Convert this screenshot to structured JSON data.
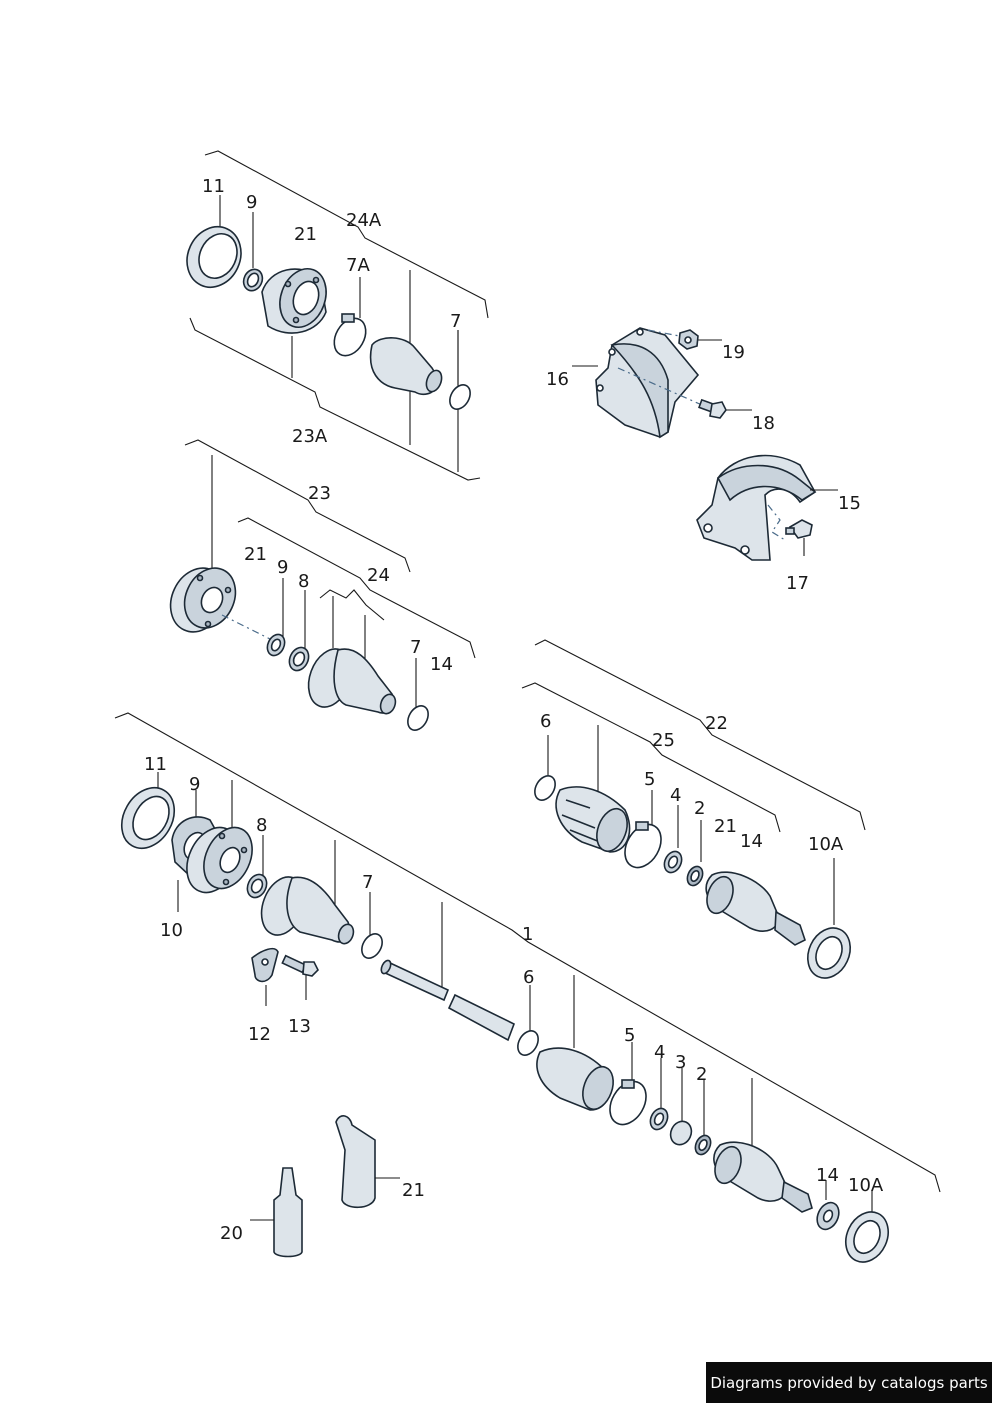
{
  "labels": {
    "l11a": "11",
    "l9a": "9",
    "l21a": "21",
    "l24A": "24A",
    "l7Aa": "7A",
    "l7a": "7",
    "l23A": "23A",
    "l16": "16",
    "l19": "19",
    "l18": "18",
    "l15": "15",
    "l17": "17",
    "l23": "23",
    "l21b": "21",
    "l9b": "9",
    "l8b": "8",
    "l24": "24",
    "l7b": "7",
    "l14b": "14",
    "l6a": "6",
    "l22": "22",
    "l25": "25",
    "l5a": "5",
    "l4a": "4",
    "l2a": "2",
    "l21c": "21",
    "l14c": "14",
    "l10Aa": "10A",
    "l11b": "11",
    "l9c": "9",
    "l8c": "8",
    "l10": "10",
    "l7c": "7",
    "l1": "1",
    "l12": "12",
    "l13": "13",
    "l6b": "6",
    "l5b": "5",
    "l4b": "4",
    "l3": "3",
    "l2b": "2",
    "l14d": "14",
    "l10Ab": "10A",
    "l21d": "21",
    "l20": "20"
  },
  "footer": {
    "credit": "Diagrams provided by catalogs parts"
  }
}
